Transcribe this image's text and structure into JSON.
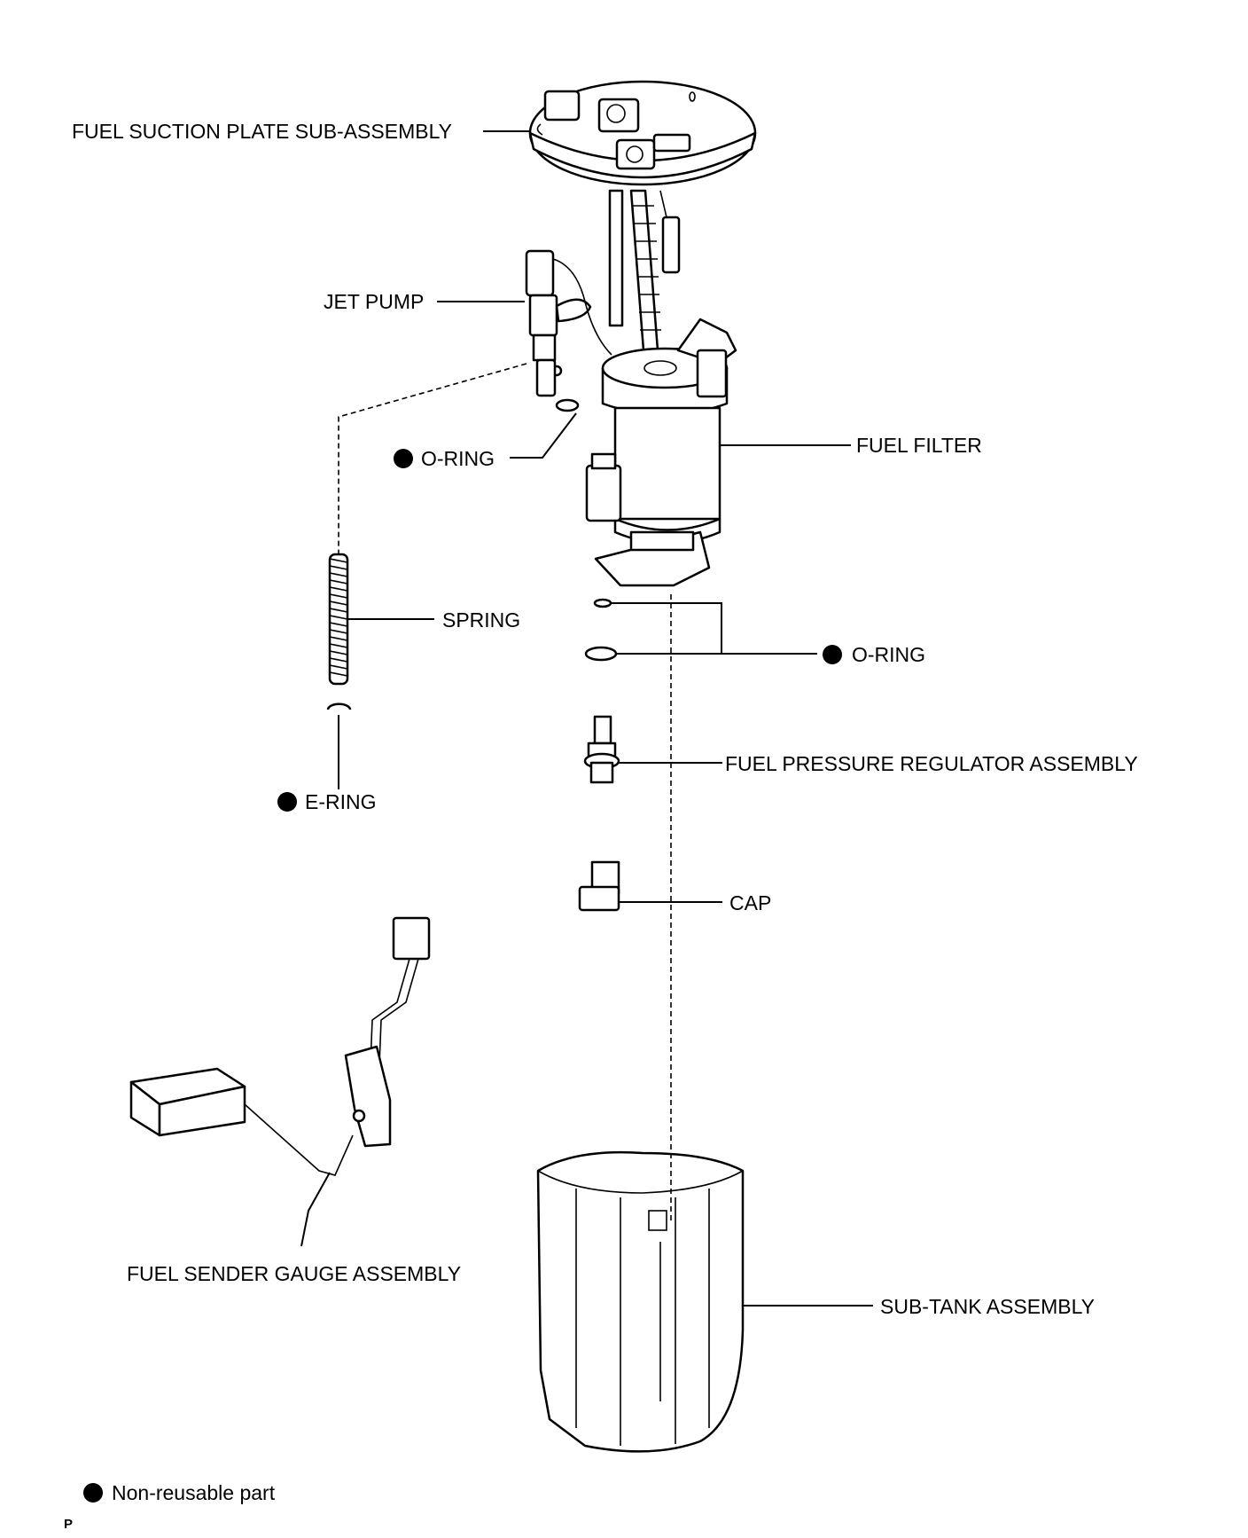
{
  "labels": {
    "fuel_suction_plate": "FUEL SUCTION PLATE SUB-ASSEMBLY",
    "jet_pump": "JET PUMP",
    "o_ring_upper": "O-RING",
    "fuel_filter": "FUEL FILTER",
    "spring": "SPRING",
    "o_ring_lower": "O-RING",
    "e_ring": "E-RING",
    "fuel_pressure_regulator": "FUEL PRESSURE REGULATOR ASSEMBLY",
    "cap": "CAP",
    "fuel_sender_gauge": "FUEL SENDER GAUGE ASSEMBLY",
    "sub_tank": "SUB-TANK ASSEMBLY"
  },
  "legend": {
    "non_reusable": "Non-reusable part"
  },
  "corner_mark": "P",
  "colors": {
    "ink": "#000000",
    "paper": "#ffffff"
  }
}
